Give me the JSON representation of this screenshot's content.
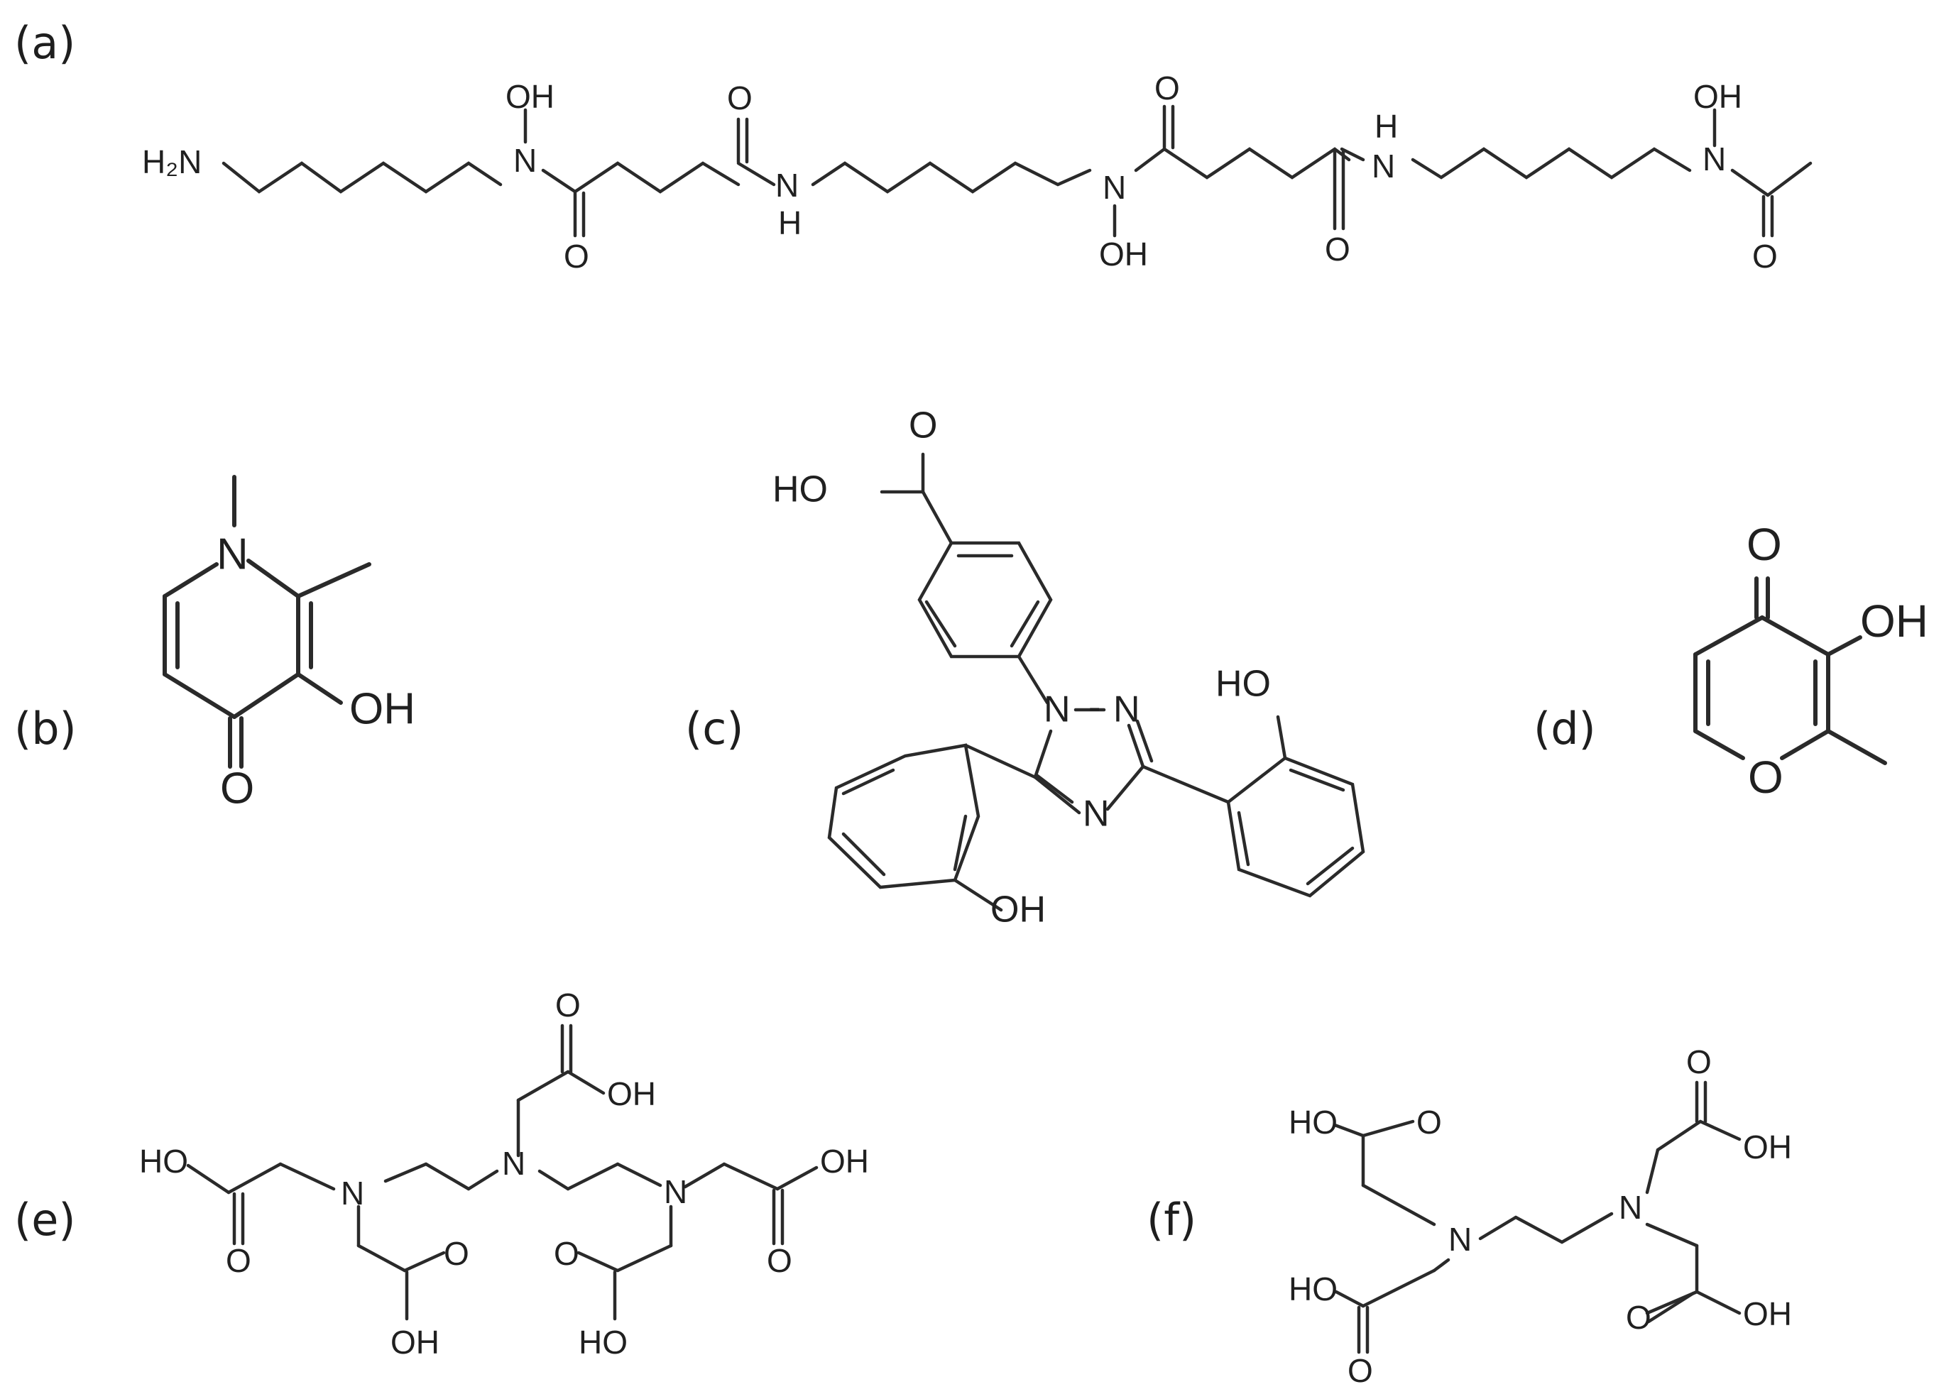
{
  "panels": [
    {
      "label": "(a)",
      "atoms": {
        "h2n": "H₂N",
        "n1": "N",
        "oh1": "OH",
        "o1": "O",
        "o2": "O",
        "n2": "N",
        "h2": "H",
        "n3": "N",
        "oh2": "OH",
        "o3": "O",
        "o4": "O",
        "n4": "N",
        "h4": "H",
        "n5": "N",
        "oh3": "OH",
        "o5": "O"
      }
    },
    {
      "label": "(b)",
      "atoms": {
        "n": "N",
        "oh": "OH",
        "o": "O"
      }
    },
    {
      "label": "(c)",
      "atoms": {
        "ho_acid": "HO",
        "o_acid": "O",
        "n1": "N",
        "n_dash": "-",
        "n2": "N",
        "n4": "N",
        "ho_right": "HO",
        "oh_left": "OH"
      }
    },
    {
      "label": "(d)",
      "atoms": {
        "o_keto": "O",
        "oh": "OH",
        "o_ring": "O"
      }
    },
    {
      "label": "(e)",
      "atoms": {
        "ho_l": "HO",
        "o_l": "O",
        "n_l": "N",
        "o_ll": "O",
        "oh_ll": "OH",
        "n_c": "N",
        "o_top": "O",
        "oh_top": "OH",
        "n_r": "N",
        "oh_r": "OH",
        "o_r": "O",
        "o_rl": "O",
        "ho_rl": "HO"
      }
    },
    {
      "label": "(f)",
      "atoms": {
        "ho_tl": "HO",
        "o_tl": "O",
        "n_l": "N",
        "ho_bl": "HO",
        "o_bl": "O",
        "n_r": "N",
        "o_tr": "O",
        "oh_tr": "OH",
        "o_br": "O",
        "oh_br": "OH"
      }
    }
  ]
}
